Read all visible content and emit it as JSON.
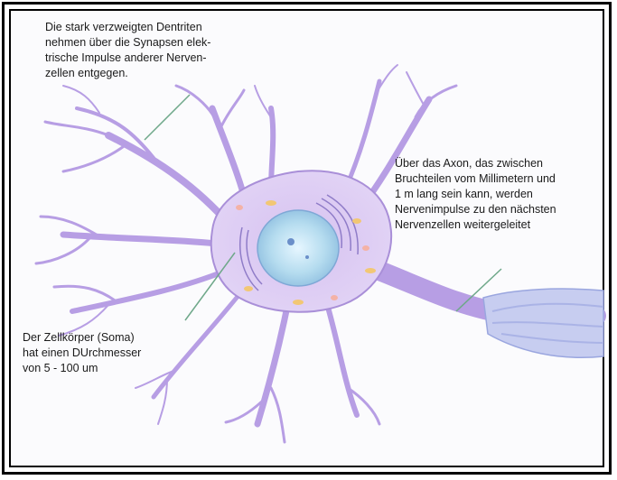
{
  "labels": {
    "dendrites": "Die stark verzweigten Dentriten\nnehmen über die Synapsen elek-\ntrische Impulse anderer Nerven-\nzellen entgegen.",
    "axon": "Über das Axon, das zwischen\nBruchteilen vom Millimetern und\n1 m lang sein kann, werden\nNervenimpulse zu den nächsten\nNervenzellen weitergeleitet",
    "soma": "Der Zellkörper (Soma)\nhat einen DUrchmesser\nvon 5 - 100 um"
  },
  "colors": {
    "cell_body": "#d9c6f2",
    "cell_outline": "#a98fd8",
    "nucleus": "#bfe3f5",
    "leader_line": "#6fa88a",
    "axon_sheath": "#c7cdf0",
    "frame": "#000000"
  }
}
